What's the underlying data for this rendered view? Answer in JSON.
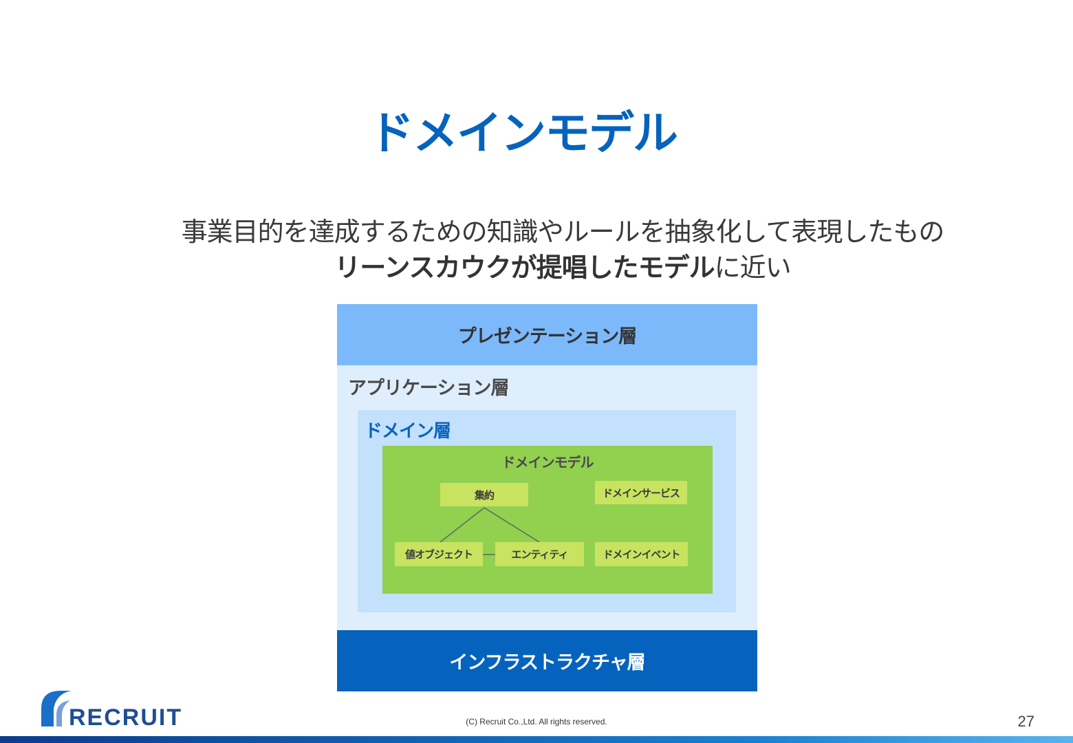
{
  "title": "ドメインモデル",
  "description": {
    "line1": "事業目的を達成するための知識やルールを抽象化して表現したもの",
    "line2_bold": "リーンスカウクが提唱したモデル",
    "line2_rest": "に近い"
  },
  "diagram": {
    "presentation_layer": "プレゼンテーション層",
    "application_layer": "アプリケーション層",
    "domain_layer": "ドメイン層",
    "domain_model": {
      "label": "ドメインモデル",
      "aggregate": "集約",
      "value_object": "値オブジェクト",
      "entity": "エンティティ",
      "domain_service": "ドメインサービス",
      "domain_event": "ドメインイベント"
    },
    "infrastructure_layer": "インフラストラクチャ層"
  },
  "footer": {
    "logo_text": "RECRUIT",
    "copyright": "(C) Recruit Co.,Ltd. All rights reserved.",
    "page_number": "27"
  },
  "colors": {
    "title": "#0563bd",
    "presentation": "#7cb9fb",
    "application": "#dfeefd",
    "domain": "#c3e0fc",
    "model": "#92d050",
    "model_box": "#c8e35f",
    "infrastructure": "#0563bd"
  }
}
